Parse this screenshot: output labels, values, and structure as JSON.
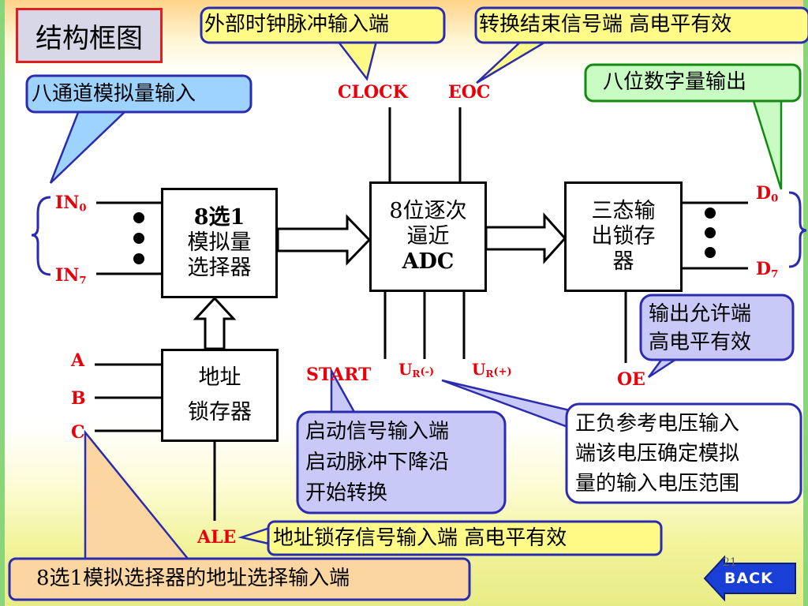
{
  "slide": {
    "title": "结构框图",
    "page_number": "21",
    "back_button": "BACK"
  },
  "blocks": {
    "mux": {
      "line1": "8选1",
      "line2": "模拟量",
      "line3": "选择器"
    },
    "adc": {
      "line1": "8位逐次",
      "line2": "逼近",
      "line3": "ADC"
    },
    "latch_out": {
      "line1": "三态输",
      "line2": "出锁存",
      "line3": "器"
    },
    "addr_latch": {
      "line1": "地址",
      "line2": "锁存器"
    }
  },
  "pins": {
    "clock": "CLOCK",
    "eoc": "EOC",
    "start": "START",
    "oe": "OE",
    "ale": "ALE",
    "a": "A",
    "b": "B",
    "c": "C",
    "in0": {
      "base": "IN",
      "sub": "0"
    },
    "in7": {
      "base": "IN",
      "sub": "7"
    },
    "d0": {
      "base": "D",
      "sub": "0"
    },
    "d7": {
      "base": "D",
      "sub": "7"
    },
    "ur_minus": {
      "base": "U",
      "sub": "R",
      "sign": "(-)"
    },
    "ur_plus": {
      "base": "U",
      "sub": "R",
      "sign": "(+)"
    }
  },
  "callouts": {
    "clock": "外部时钟脉冲输入端",
    "eoc": "转换结束信号端 高电平有效",
    "inputs": "八通道模拟量输入",
    "outputs": "八位数字量输出",
    "oe": [
      "输出允许端",
      "高电平有效"
    ],
    "start": [
      "启动信号输入端",
      "启动脉冲下降沿",
      "开始转换"
    ],
    "uref": [
      "正负参考电压输入",
      "端该电压确定模拟",
      "量的输入电压范围"
    ],
    "ale": "地址锁存信号输入端 高电平有效",
    "address": "8选1模拟选择器的地址选择输入端"
  },
  "colors": {
    "callout_yellow": "#fffb86",
    "callout_blue": "#c9c9f7",
    "callout_lightblue": "#9fd3ff",
    "callout_green": "#c9fcc3",
    "callout_orange": "#fcd6a0",
    "pin_red": "#e8000a",
    "back_button": "#1a3fd6"
  }
}
